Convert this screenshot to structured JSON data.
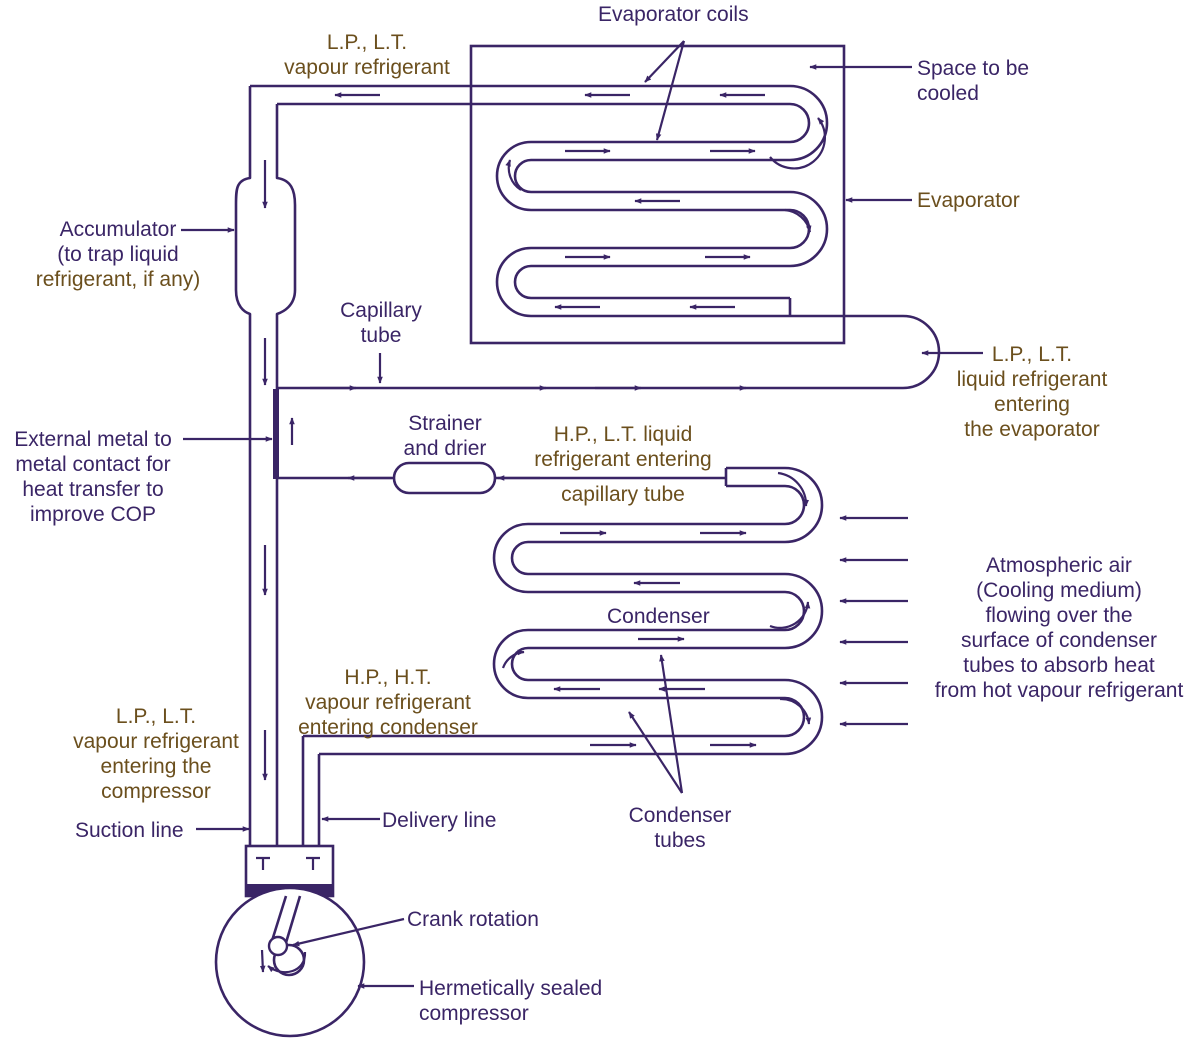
{
  "labels": {
    "evaporator_coils": "Evaporator coils",
    "lp_lt_vapour": [
      "L.P., L.T.",
      "vapour refrigerant"
    ],
    "space_to_be_cooled": [
      "Space to be",
      "cooled"
    ],
    "evaporator": "Evaporator",
    "accumulator": [
      "Accumulator",
      "(to trap liquid",
      "refrigerant, if any)"
    ],
    "capillary_tube": [
      "Capillary",
      "tube"
    ],
    "lp_lt_liquid": [
      "L.P., L.T.",
      "liquid refrigerant",
      "entering",
      "the evaporator"
    ],
    "external_contact": [
      "External metal to",
      "metal contact for",
      "heat transfer to",
      "improve COP"
    ],
    "strainer_drier": [
      "Strainer",
      "and drier"
    ],
    "hp_lt_liquid": [
      "H.P., L.T. liquid",
      "refrigerant entering",
      "capillary tube"
    ],
    "atmospheric_air": [
      "Atmospheric air",
      "(Cooling medium)",
      "flowing over the",
      "surface of condenser",
      "tubes to absorb heat",
      "from hot vapour refrigerant"
    ],
    "condenser": "Condenser",
    "hp_ht_vapour": [
      "H.P., H.T.",
      "vapour refrigerant",
      "entering condenser"
    ],
    "lp_lt_vapour_compressor": [
      "L.P., L.T.",
      "vapour refrigerant",
      "entering the",
      "compressor"
    ],
    "suction_line": "Suction line",
    "delivery_line": "Delivery line",
    "condenser_tubes": [
      "Condenser",
      "tubes"
    ],
    "crank_rotation": "Crank rotation",
    "hermetic_compressor": [
      "Hermetically sealed",
      "compressor"
    ]
  },
  "colors": {
    "line": "#3a2566",
    "text_purple": "#3a2566",
    "text_brown": "#6b4f1d"
  }
}
